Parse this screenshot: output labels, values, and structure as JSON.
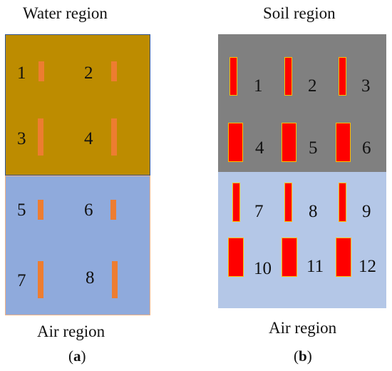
{
  "panel_a": {
    "top_label": "Water region",
    "bottom_label": "Air region",
    "caption": {
      "open": "(",
      "letter": "a",
      "close": ")"
    },
    "colors": {
      "water": "#bd8c00",
      "air": "#8faadc",
      "bar": "#ed7d31",
      "border": "#2f5597",
      "air_border": "#f4b183"
    },
    "items": [
      {
        "label": "1"
      },
      {
        "label": "2"
      },
      {
        "label": "3"
      },
      {
        "label": "4"
      },
      {
        "label": "5"
      },
      {
        "label": "6"
      },
      {
        "label": "7"
      },
      {
        "label": "8"
      }
    ]
  },
  "panel_b": {
    "top_label": "Soil region",
    "bottom_label": "Air region",
    "caption": {
      "open": "(",
      "letter": "b",
      "close": ")"
    },
    "colors": {
      "soil": "#808080",
      "air": "#b4c7e7",
      "bar": "#ff0000",
      "bar_border": "#ffc000"
    },
    "items": [
      {
        "label": "1"
      },
      {
        "label": "2"
      },
      {
        "label": "3"
      },
      {
        "label": "4"
      },
      {
        "label": "5"
      },
      {
        "label": "6"
      },
      {
        "label": "7"
      },
      {
        "label": "8"
      },
      {
        "label": "9"
      },
      {
        "label": "10"
      },
      {
        "label": "11"
      },
      {
        "label": "12"
      }
    ]
  }
}
